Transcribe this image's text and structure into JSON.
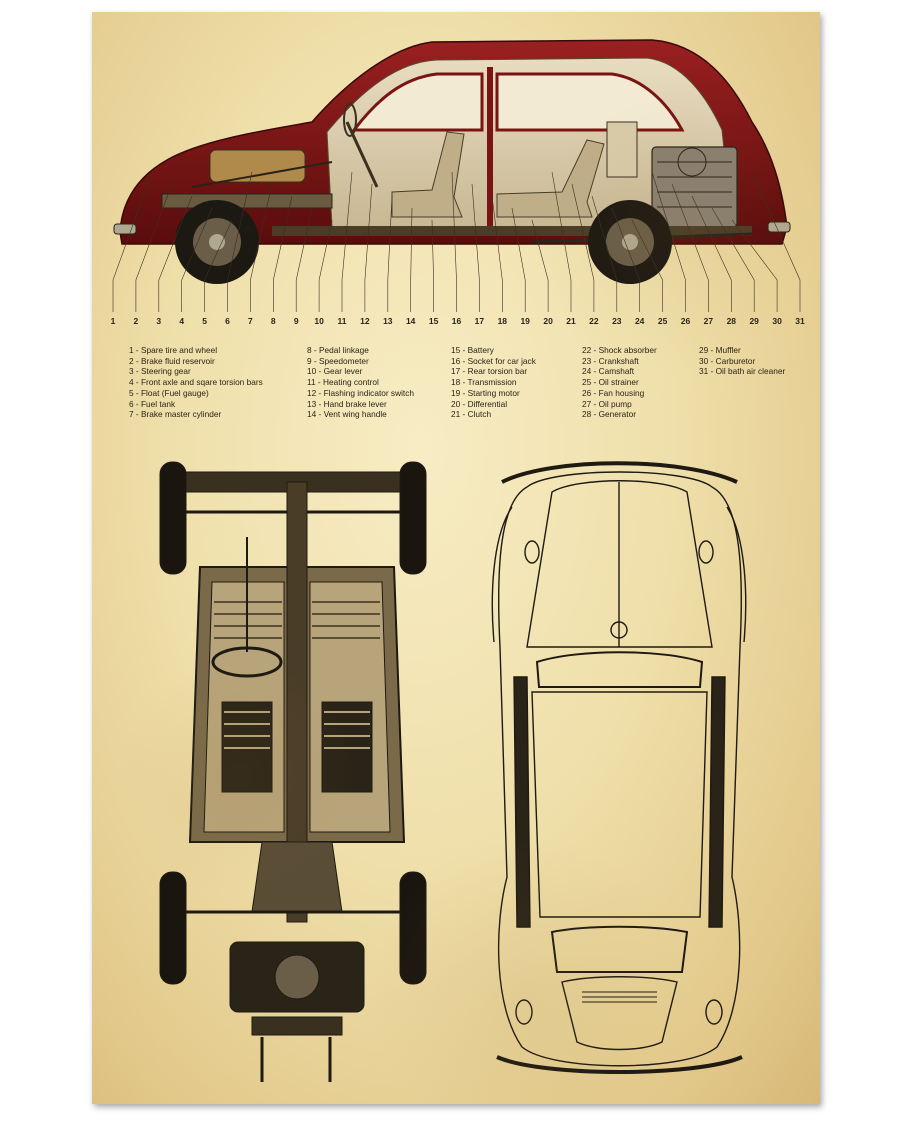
{
  "diagram": {
    "callout_numbers": [
      "1",
      "2",
      "3",
      "4",
      "5",
      "6",
      "7",
      "8",
      "9",
      "10",
      "11",
      "12",
      "13",
      "14",
      "15",
      "16",
      "17",
      "18",
      "19",
      "20",
      "21",
      "22",
      "23",
      "24",
      "25",
      "26",
      "27",
      "28",
      "29",
      "30",
      "31"
    ],
    "legend": {
      "col1": [
        "1 - Spare tire and wheel",
        "2 - Brake fluid reservoir",
        "3 - Steering gear",
        "4 - Front axle and sqare torsion bars",
        "5 - Float (Fuel gauge)",
        "6 - Fuel tank",
        "7 - Brake master cylinder"
      ],
      "col2": [
        "8 - Pedal linkage",
        "9 - Speedometer",
        "10 - Gear lever",
        "11 - Heating control",
        "12 - Flashing indicator switch",
        "13 - Hand brake lever",
        "14 - Vent wing handle"
      ],
      "col3": [
        "15 - Battery",
        "16 - Socket for car jack",
        "17 - Rear torsion bar",
        "18 - Transmission",
        "19 - Starting motor",
        "20 - Differential",
        "21 - Clutch"
      ],
      "col4": [
        "22 - Shock absorber",
        "23 - Crankshaft",
        "24 - Camshaft",
        "25 - Oil strainer",
        "26 - Fan housing",
        "27 - Oil pump",
        "28 - Generator"
      ],
      "col5": [
        "29 - Muffler",
        "30 - Carburetor",
        "31 - Oil bath air cleaner"
      ]
    },
    "colors": {
      "paper": "#efdfaa",
      "body_red": "#7a1414",
      "ink": "#2a2418",
      "line": "#3a3020"
    },
    "illustrations": [
      "side-cutaway-view",
      "chassis-top-view",
      "body-top-view"
    ]
  }
}
